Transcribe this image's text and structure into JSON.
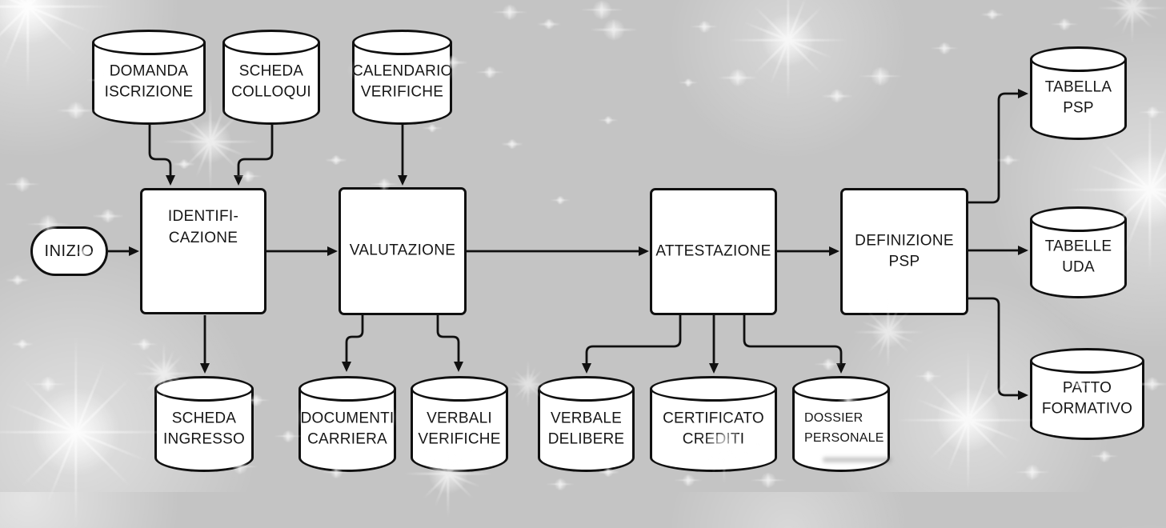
{
  "colors": {
    "background": "#c4c4c4",
    "node_fill": "#ffffff",
    "stroke": "#101010",
    "text": "#161616"
  },
  "nodes": {
    "inizio": {
      "type": "start",
      "label": "INIZIO"
    },
    "identificazione": {
      "type": "process",
      "line1": "IDENTIFI-",
      "line2": "CAZIONE"
    },
    "valutazione": {
      "type": "process",
      "line1": "VALUTAZIONE"
    },
    "attestazione": {
      "type": "process",
      "line1": "ATTESTAZIONE"
    },
    "definizione_psp": {
      "type": "process",
      "line1": "DEFINIZIONE",
      "line2": "PSP"
    },
    "domanda_iscrizione": {
      "type": "datastore",
      "line1": "DOMANDA",
      "line2": "ISCRIZIONE"
    },
    "scheda_colloqui": {
      "type": "datastore",
      "line1": "SCHEDA",
      "line2": "COLLOQUI"
    },
    "calendario_verifiche": {
      "type": "datastore",
      "line1": "CALENDARIO",
      "line2": "VERIFICHE"
    },
    "tabella_psp": {
      "type": "datastore",
      "line1": "TABELLA",
      "line2": "PSP"
    },
    "tabelle_uda": {
      "type": "datastore",
      "line1": "TABELLE",
      "line2": "UDA"
    },
    "patto_formativo": {
      "type": "datastore",
      "line1": "PATTO",
      "line2": "FORMATIVO"
    },
    "scheda_ingresso": {
      "type": "datastore",
      "line1": "SCHEDA",
      "line2": "INGRESSO"
    },
    "documenti_carriera": {
      "type": "datastore",
      "line1": "DOCUMENTI",
      "line2": "CARRIERA"
    },
    "verbali_verifiche": {
      "type": "datastore",
      "line1": "VERBALI",
      "line2": "VERIFICHE"
    },
    "verbale_delibere": {
      "type": "datastore",
      "line1": "VERBALE",
      "line2": "DELIBERE"
    },
    "certificato_crediti": {
      "type": "datastore",
      "line1": "CERTIFICATO",
      "line2": "CREDITI"
    },
    "dossier_personale": {
      "type": "datastore",
      "line1": "DOSSIER",
      "line2": "PERSONALE"
    }
  },
  "edges": [
    {
      "from": "inizio",
      "to": "identificazione"
    },
    {
      "from": "domanda_iscrizione",
      "to": "identificazione"
    },
    {
      "from": "scheda_colloqui",
      "to": "identificazione"
    },
    {
      "from": "calendario_verifiche",
      "to": "valutazione"
    },
    {
      "from": "identificazione",
      "to": "valutazione"
    },
    {
      "from": "valutazione",
      "to": "attestazione"
    },
    {
      "from": "attestazione",
      "to": "definizione_psp"
    },
    {
      "from": "identificazione",
      "to": "scheda_ingresso"
    },
    {
      "from": "valutazione",
      "to": "documenti_carriera"
    },
    {
      "from": "valutazione",
      "to": "verbali_verifiche"
    },
    {
      "from": "attestazione",
      "to": "verbale_delibere"
    },
    {
      "from": "attestazione",
      "to": "certificato_crediti"
    },
    {
      "from": "attestazione",
      "to": "dossier_personale"
    },
    {
      "from": "definizione_psp",
      "to": "tabella_psp"
    },
    {
      "from": "definizione_psp",
      "to": "tabelle_uda"
    },
    {
      "from": "definizione_psp",
      "to": "patto_formativo"
    }
  ]
}
